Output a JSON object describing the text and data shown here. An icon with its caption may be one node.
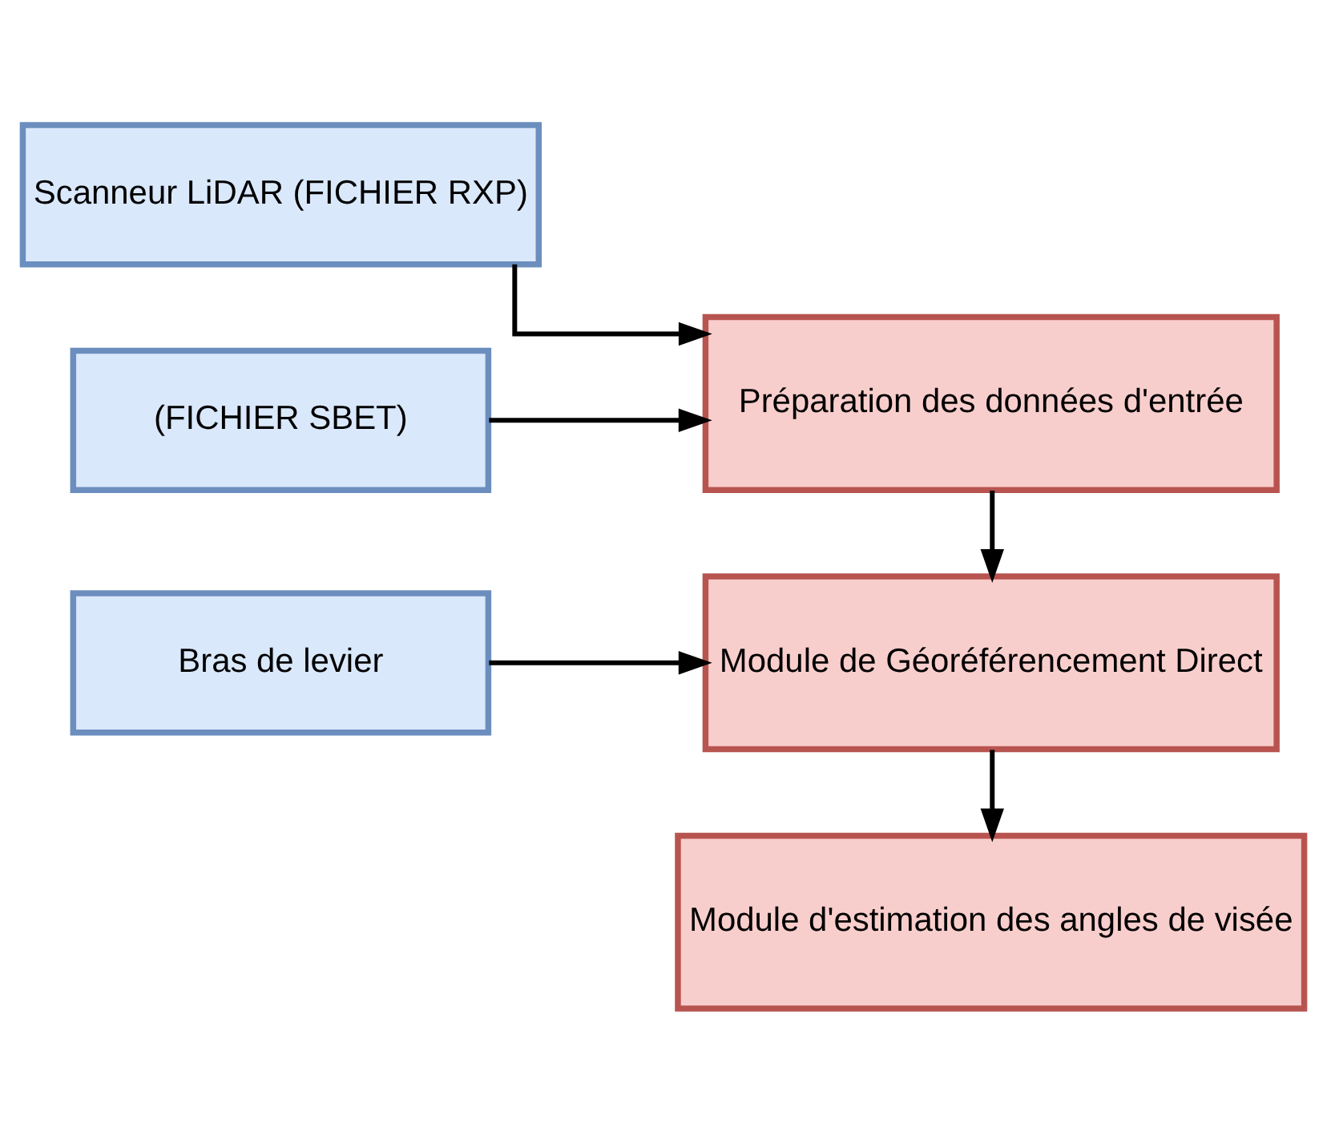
{
  "diagram": {
    "nodes": [
      {
        "text": [
          "Scanneur LiDAR (FICHIER RXP)"
        ]
      },
      {
        "text": [
          "(FICHIER SBET)"
        ]
      },
      {
        "text": [
          "Préparation des données d'entrée"
        ]
      },
      {
        "text": [
          "Bras de levier"
        ]
      },
      {
        "text": [
          "Module de Géoréférencement Direct"
        ]
      },
      {
        "text": [
          "Module d'estimation des angles de visée"
        ]
      }
    ],
    "edges": [
      {
        "from": 0,
        "to": 2,
        "arrow": "to"
      },
      {
        "from": 1,
        "to": 2,
        "arrow": "to"
      },
      {
        "from": 2,
        "to": 4,
        "arrow": "to"
      },
      {
        "from": 3,
        "to": 4,
        "arrow": "to"
      },
      {
        "from": 4,
        "to": 5,
        "arrow": "to"
      }
    ]
  }
}
